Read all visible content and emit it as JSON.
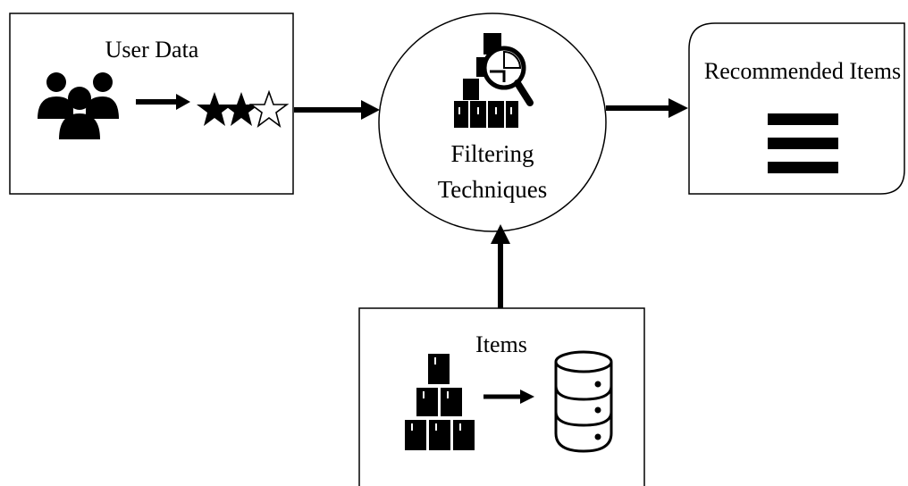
{
  "diagram": {
    "nodes": {
      "user_data": {
        "label": "User Data"
      },
      "filtering": {
        "label_line1": "Filtering",
        "label_line2": "Techniques"
      },
      "recommended": {
        "label": "Recommended Items"
      },
      "items": {
        "label": "Items"
      }
    },
    "rating": {
      "filled_stars": 2,
      "empty_stars": 1,
      "filled_glyph": "★",
      "empty_glyph": "☆"
    },
    "icons": {
      "users": "users-group-icon",
      "stars": "star-rating-icon",
      "filter": "boxes-magnifier-icon",
      "list": "list-lines-icon",
      "boxes": "box-pyramid-icon",
      "database": "database-icon"
    },
    "colors": {
      "stroke": "#000000",
      "background": "#ffffff"
    }
  }
}
